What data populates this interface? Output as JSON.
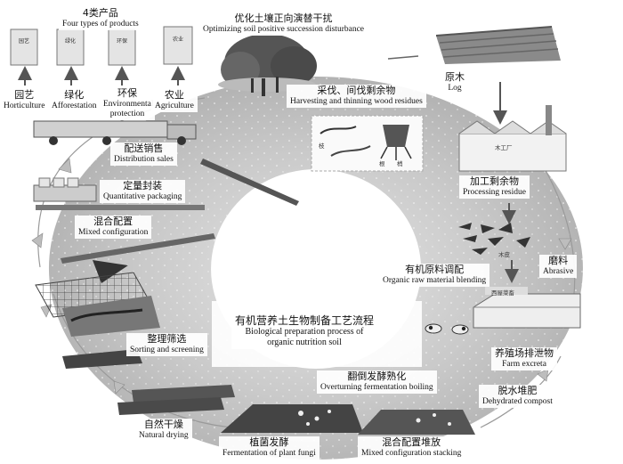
{
  "products_header": {
    "cn": "4类产品",
    "en": "Four types of products"
  },
  "bag_texts": [
    "园艺",
    "绿化",
    "环保",
    "农业"
  ],
  "products": [
    {
      "cn": "园艺",
      "en": "Horticulture"
    },
    {
      "cn": "绿化",
      "en": "Afforestation"
    },
    {
      "cn": "环保",
      "en": "Environmental protection"
    },
    {
      "cn": "农业",
      "en": "Agriculture"
    }
  ],
  "top_label": {
    "cn": "优化土壤正向演替干扰",
    "en": "Optimizing soil positive succession disturbance"
  },
  "log": {
    "cn": "原木",
    "en": "Log"
  },
  "harvest": {
    "cn": "采伐、间伐剩余物",
    "en": "Harvesting and thinning wood residues"
  },
  "harvest_tags": [
    "枝",
    "根",
    "梢"
  ],
  "processing": {
    "cn": "加工剩余物",
    "en": "Processing residue"
  },
  "factory_sign": "木工厂",
  "bark_tag": "木皮",
  "abrasive": {
    "cn": "磨料",
    "en": "Abrasive"
  },
  "organic_blend": {
    "cn": "有机原料调配",
    "en": "Organic raw material blending"
  },
  "barn_sign": "西屋菜畜",
  "farm": {
    "cn": "养殖场排泄物",
    "en": "Farm excreta"
  },
  "compost": {
    "cn": "脱水堆肥",
    "en": "Dehydrated compost"
  },
  "center": {
    "cn": "有机营养土生物制备工艺流程",
    "en1": "Biological preparation process of",
    "en2": "organic nutrition soil"
  },
  "overturn": {
    "cn": "翻倒发酵熟化",
    "en": "Overturning fermentation boiling"
  },
  "mixed_stack": {
    "cn": "混合配置堆放",
    "en": "Mixed configuration stacking"
  },
  "fungi": {
    "cn": "植菌发酵",
    "en": "Fermentation of plant fungi"
  },
  "drying": {
    "cn": "自然干燥",
    "en": "Natural drying"
  },
  "sorting": {
    "cn": "整理筛选",
    "en": "Sorting and screening"
  },
  "mixed_config": {
    "cn": "混合配置",
    "en": "Mixed configuration"
  },
  "packaging": {
    "cn": "定量封装",
    "en": "Quantitative packaging"
  },
  "distribution": {
    "cn": "配送销售",
    "en": "Distribution sales"
  }
}
